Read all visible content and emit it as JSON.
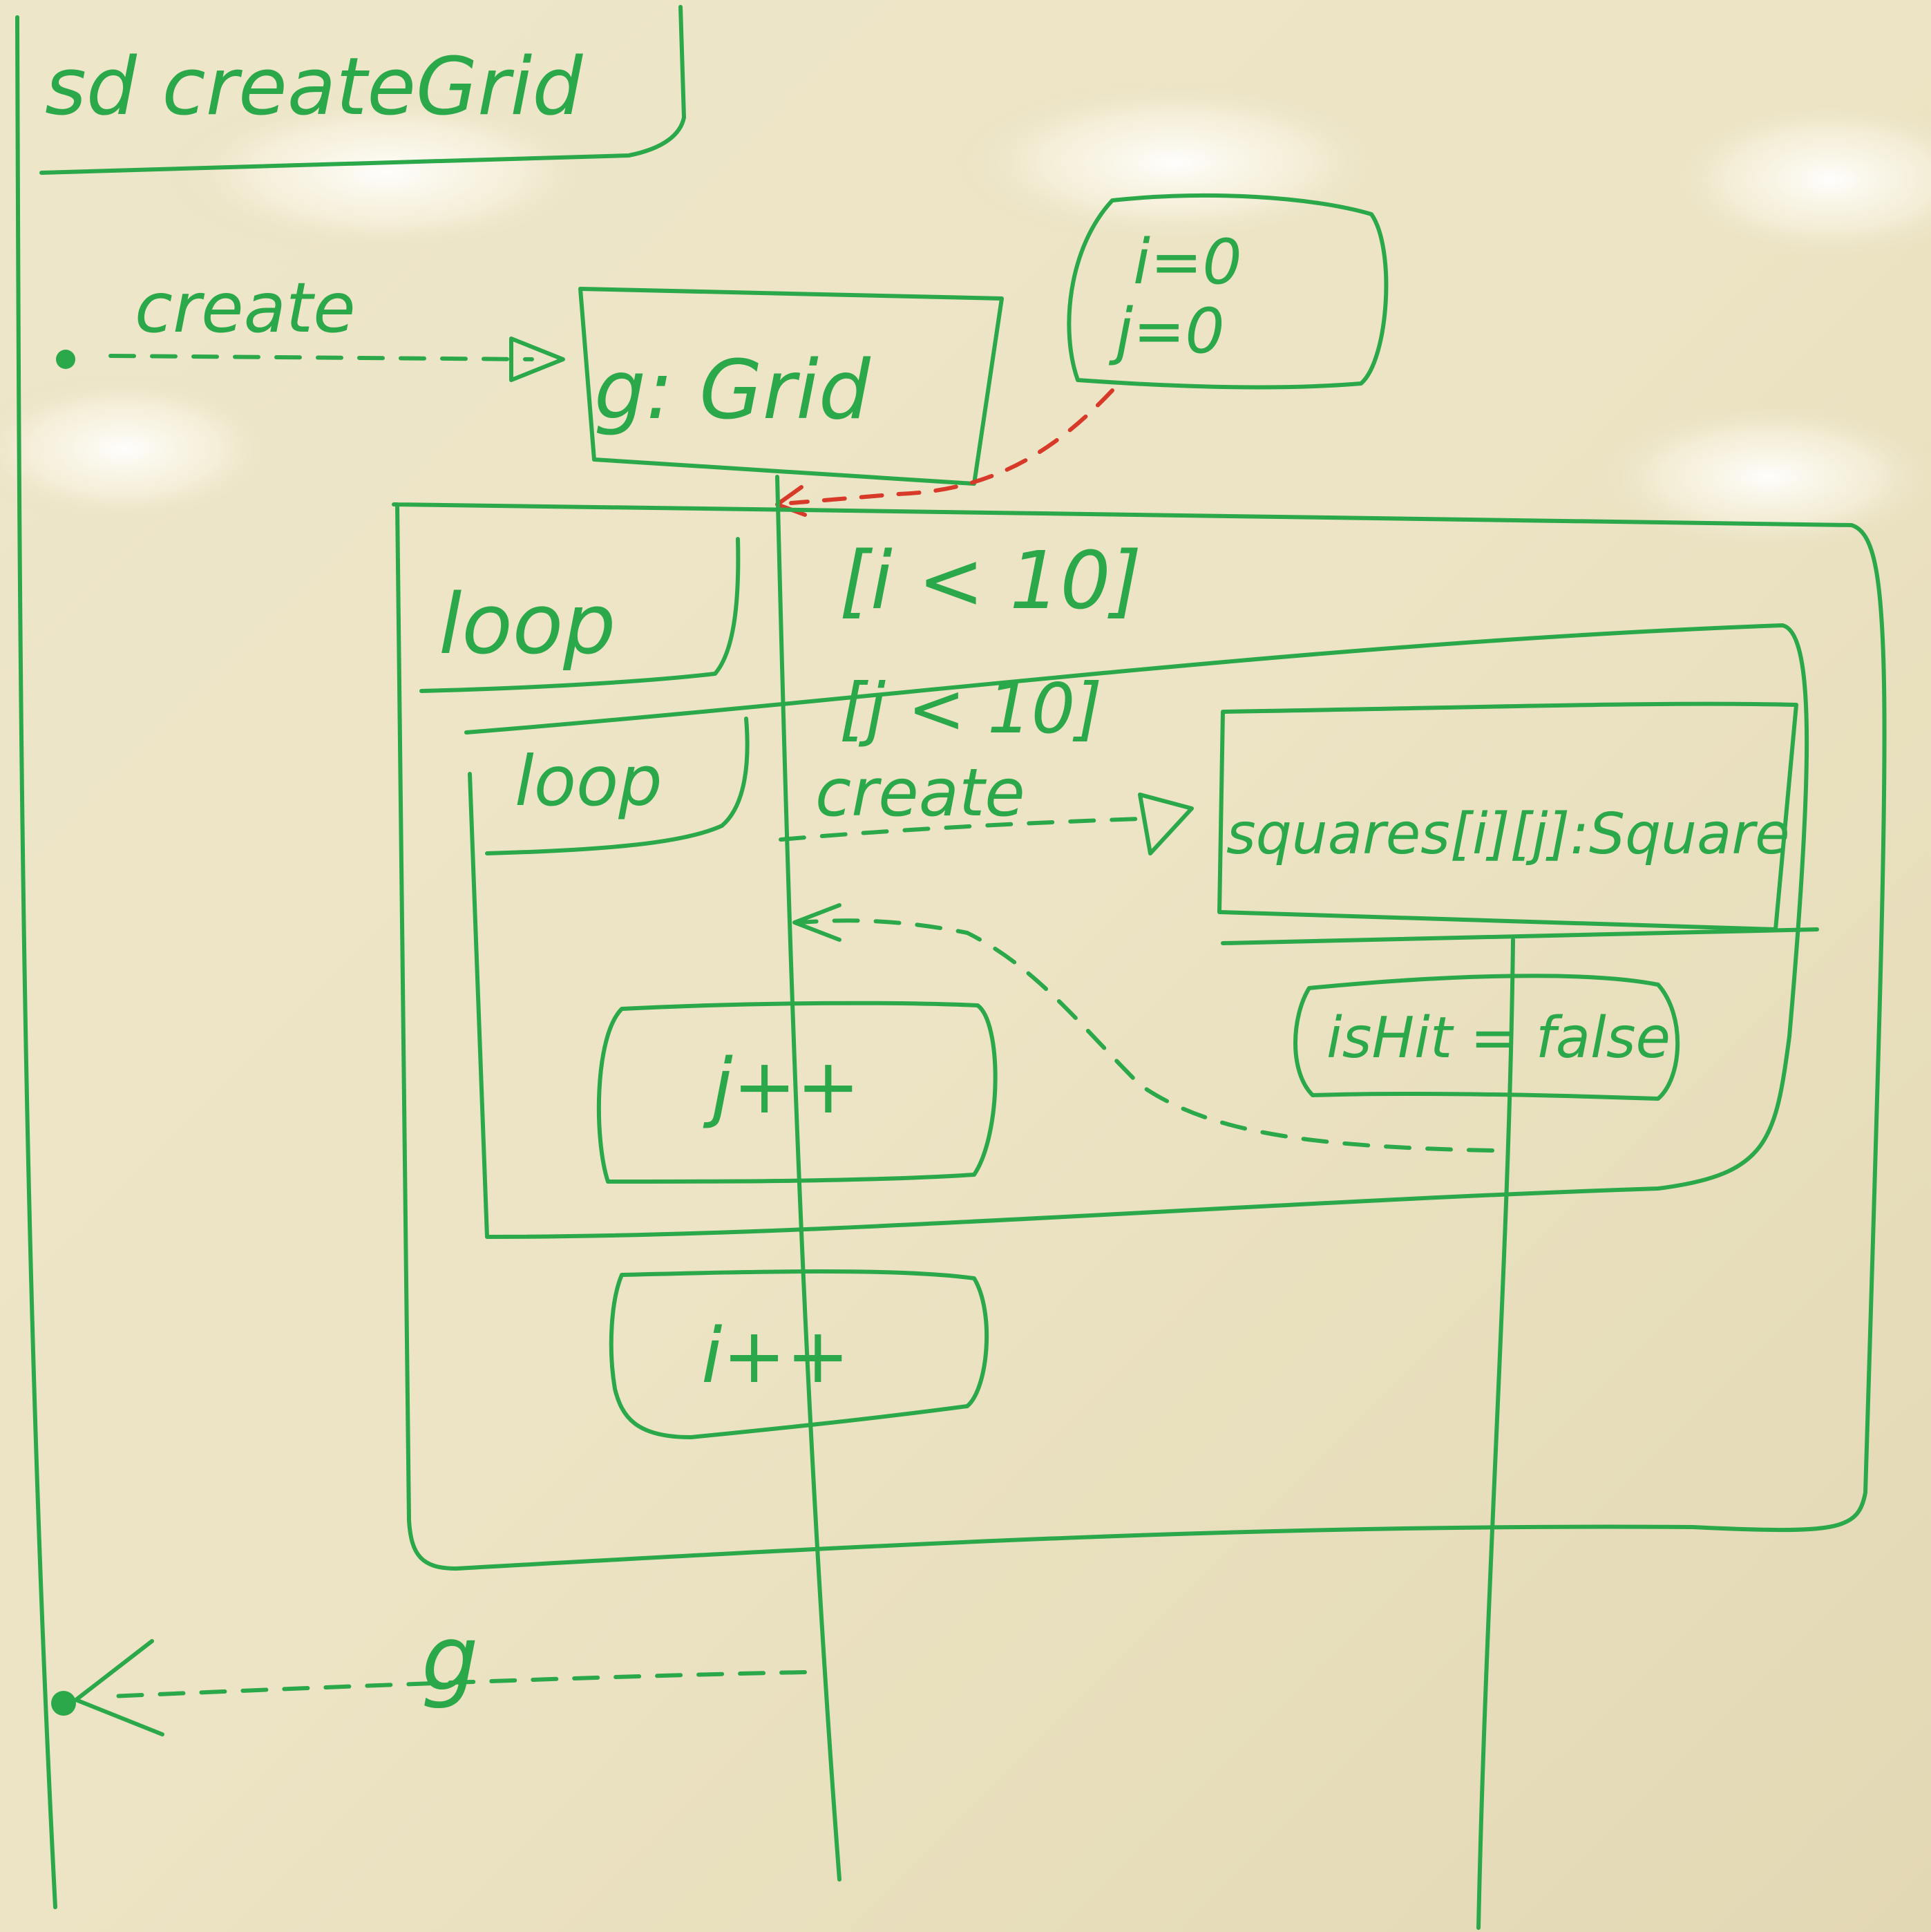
{
  "diagram": {
    "frame_label": "sd createGrid",
    "lifeline_grid": "g: Grid",
    "lifeline_square": "squares[i][j]:Square",
    "note_init": [
      "i=0",
      "j=0"
    ],
    "msg_create_grid": "create",
    "outer_loop": {
      "operator": "loop",
      "guard": "[i < 10]"
    },
    "inner_loop": {
      "operator": "loop",
      "guard": "[j < 10]"
    },
    "msg_create_square": "create",
    "action_j_inc": "j++",
    "action_is_hit": "isHit = false",
    "action_i_inc": "i++",
    "return_msg": "g"
  }
}
